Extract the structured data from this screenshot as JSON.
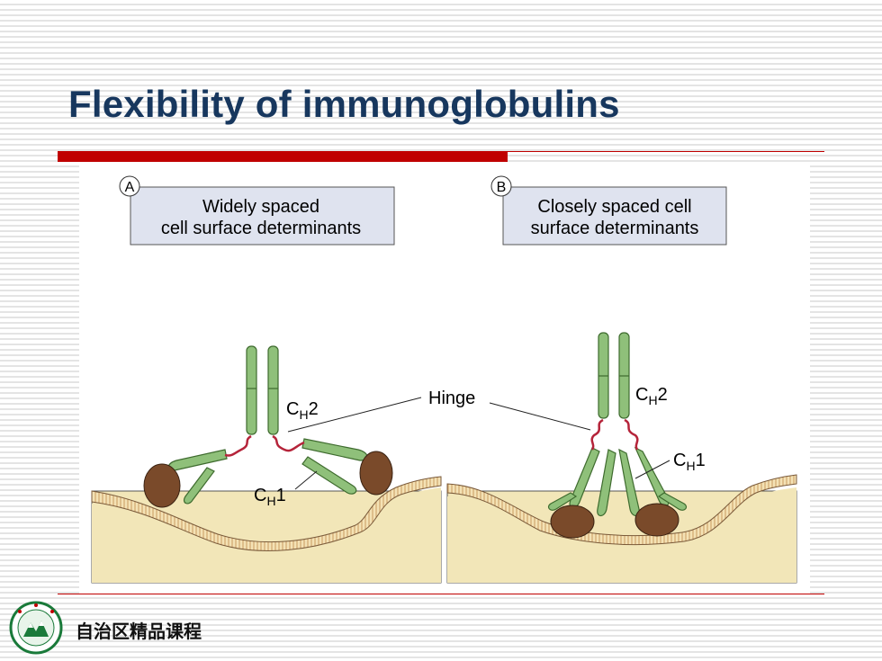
{
  "slide": {
    "title": "Flexibility of immunoglobulins",
    "footer_text": "自治区精品课程"
  },
  "figure": {
    "panel_a": {
      "letter": "A",
      "caption_line1": "Widely spaced",
      "caption_line2": "cell surface determinants"
    },
    "panel_b": {
      "letter": "B",
      "caption_line1": "Closely spaced cell",
      "caption_line2": "surface determinants"
    },
    "labels": {
      "hinge": "Hinge",
      "c": "C",
      "h": "H",
      "ch2_num": "2",
      "ch1_num": "1"
    }
  },
  "colors": {
    "title": "#17375e",
    "accent_red": "#c00000",
    "antibody_fill": "#8fc07a",
    "antibody_stroke": "#3e6b2e",
    "hinge": "#b5243a",
    "antigen": "#7a4a2a",
    "cell_fill": "#f2e6b8",
    "caption_box": "#dfe3ef"
  },
  "icons": {
    "footer_logo": "university-seal-icon"
  }
}
